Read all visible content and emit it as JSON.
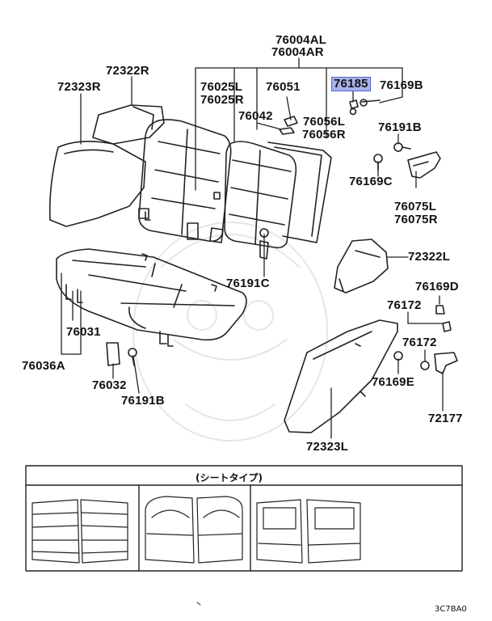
{
  "diagram": {
    "parts": {
      "p76004": [
        "76004AL",
        "76004AR"
      ],
      "p72322R": "72322R",
      "p72323R": "72323R",
      "p76025": [
        "76025L",
        "76025R"
      ],
      "p76051": "76051",
      "p76185": "76185",
      "p76169B": "76169B",
      "p76042": "76042",
      "p76056": [
        "76056L",
        "76056R"
      ],
      "p76191B_top": "76191B",
      "p76169C": "76169C",
      "p76075": [
        "76075L",
        "76075R"
      ],
      "p76191C": "76191C",
      "p72322L": "72322L",
      "p76169D": "76169D",
      "p76172a": "76172",
      "p76172b": "76172",
      "p76031": "76031",
      "p76036A": "76036A",
      "p76032": "76032",
      "p76191B_bottom": "76191B",
      "p76169E": "76169E",
      "p72177": "72177",
      "p72323L": "72323L"
    },
    "highlighted_part": "76185",
    "highlight_color": "#a7b1ec"
  },
  "seat_types": {
    "title": "(シートタイプ)"
  },
  "figure_code": "3C7BA0"
}
